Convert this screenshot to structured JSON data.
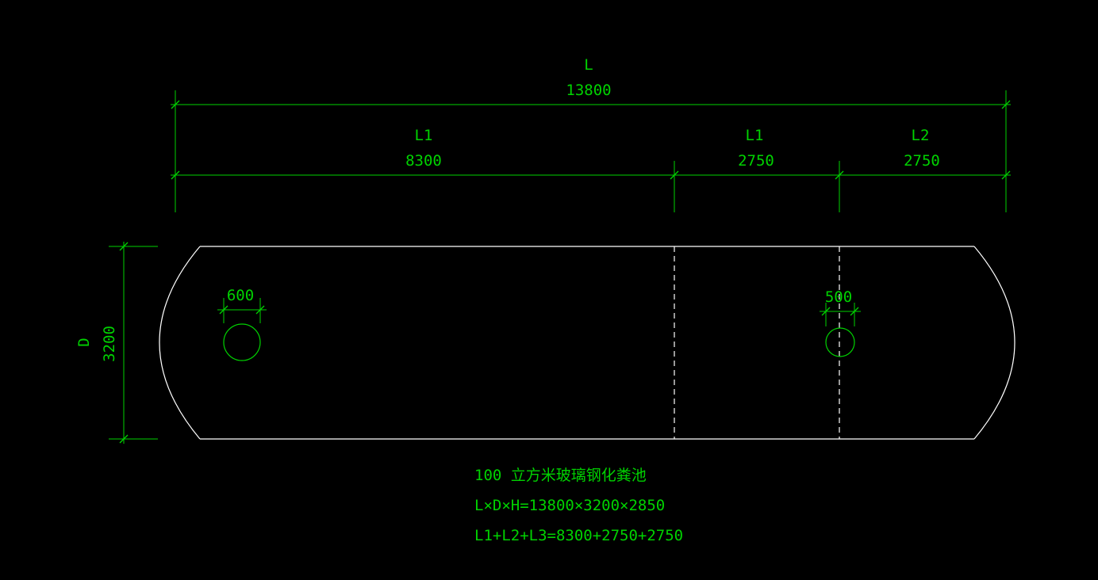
{
  "dimensions": {
    "overall": {
      "label": "L",
      "value": "13800"
    },
    "seg1": {
      "label": "L1",
      "value": "8300"
    },
    "seg2": {
      "label": "L1",
      "value": "2750"
    },
    "seg3": {
      "label": "L2",
      "value": "2750"
    },
    "diameter": {
      "label": "D",
      "value": "3200"
    },
    "hole_left": {
      "value": "600"
    },
    "hole_right": {
      "value": "500"
    }
  },
  "notes": {
    "title": "100 立方米玻璃钢化粪池",
    "size": "L×D×H=13800×3200×2850",
    "segments": "L1+L2+L3=8300+2750+2750"
  },
  "colors": {
    "background": "#000000",
    "dimension": "#00d200",
    "outline": "#ffffff"
  }
}
